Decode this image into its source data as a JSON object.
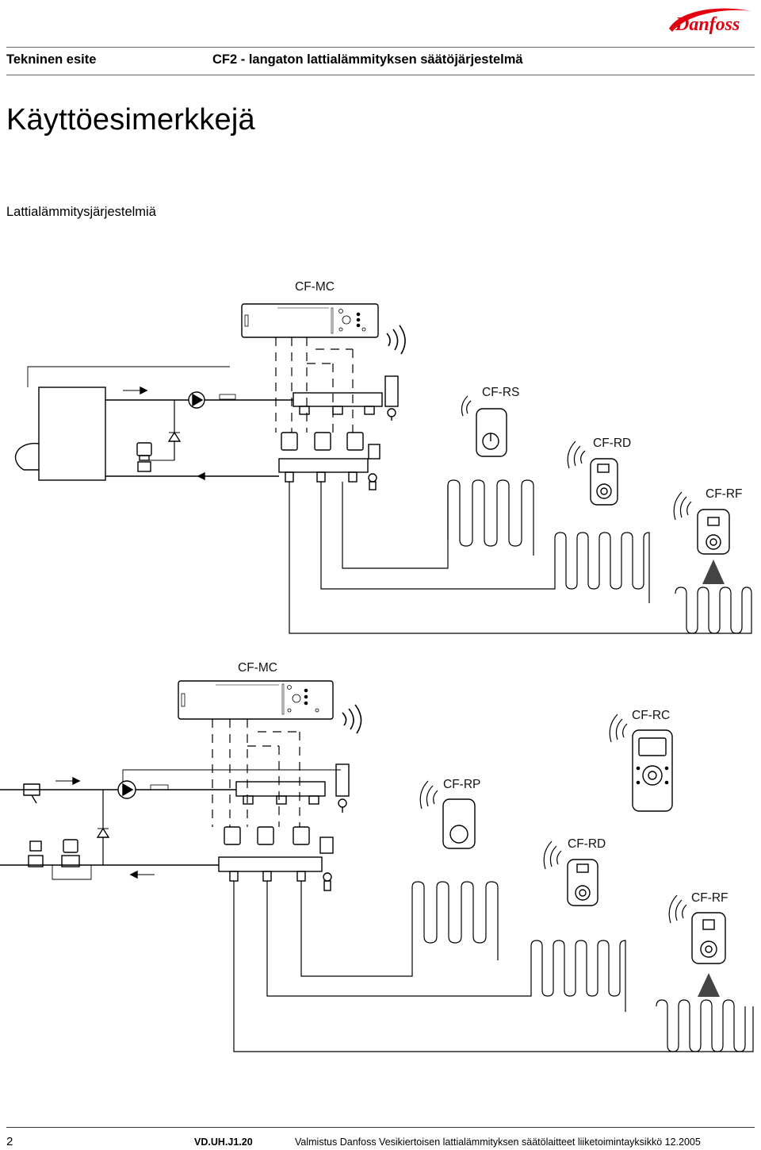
{
  "brand": {
    "logo_text": "Danfoss",
    "color": "#e2000f"
  },
  "header": {
    "left": "Tekninen esite",
    "right": "CF2 - langaton lattialämmityksen säätöjärjestelmä"
  },
  "page_title": "Käyttöesimerkkejä",
  "section_title": "Lattialämmitysjärjestelmiä",
  "diagram1": {
    "labels": {
      "mc": "CF-MC",
      "rs": "CF-RS",
      "rd": "CF-RD",
      "rf": "CF-RF"
    }
  },
  "diagram2": {
    "labels": {
      "mc": "CF-MC",
      "rc": "CF-RC",
      "rp": "CF-RP",
      "rd": "CF-RD",
      "rf": "CF-RF"
    }
  },
  "footer": {
    "page": "2",
    "code": "VD.UH.J1.20",
    "text": "Valmistus Danfoss Vesikiertoisen lattialämmityksen säätölaitteet liiketoimintayksikkö  12.2005"
  }
}
